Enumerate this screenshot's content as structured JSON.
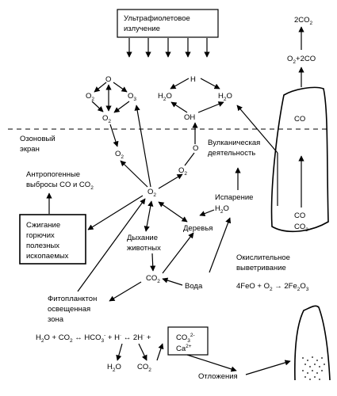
{
  "uv": {
    "line1": "Ультрафиолетовое",
    "line2": "излучение"
  },
  "ozone": {
    "line1": "Озоновый",
    "line2": "экран"
  },
  "anthro": {
    "line1": "Антропогенные",
    "line2_prefix": "выбросы CO и CO",
    "line2_sub": "2"
  },
  "burn": {
    "line1": "Сжигание",
    "line2": "горючих",
    "line3": "полезных",
    "line4": "ископаемых"
  },
  "volcanic": {
    "line1": "Вулканическая",
    "line2": "деятельность"
  },
  "trees": "Деревья",
  "evaporation": {
    "line1": "Испарение"
  },
  "breathing": {
    "line1": "Дыхание",
    "line2": "животных"
  },
  "water": "Вода",
  "weathering": {
    "line1": "Окислительное",
    "line2": "выветривание"
  },
  "phyto": {
    "line1": "Фитопланктон",
    "line2": "освещенная",
    "line3": "зона"
  },
  "deposits": "Отложения",
  "rock": {
    "co": "CO",
    "co_bottom": "CO",
    "co2_bottom": "CO"
  },
  "top_right": {
    "two": "2CO",
    "combo_a": "O",
    "combo_b": "+2CO"
  },
  "reaction": {
    "lhs": "4FeO + O",
    "arrow": " → 2Fe",
    "o": "O"
  },
  "eq": {
    "h2o": "H",
    "o": "O + CO",
    "arrow1": " ↔ HCO",
    "minus": "-",
    "plus": " + H",
    "dot": "·",
    "arrow2": " ↔ 2H",
    "plus2": " +"
  },
  "carbonate": {
    "co3": "CO",
    "ca": "Ca"
  }
}
